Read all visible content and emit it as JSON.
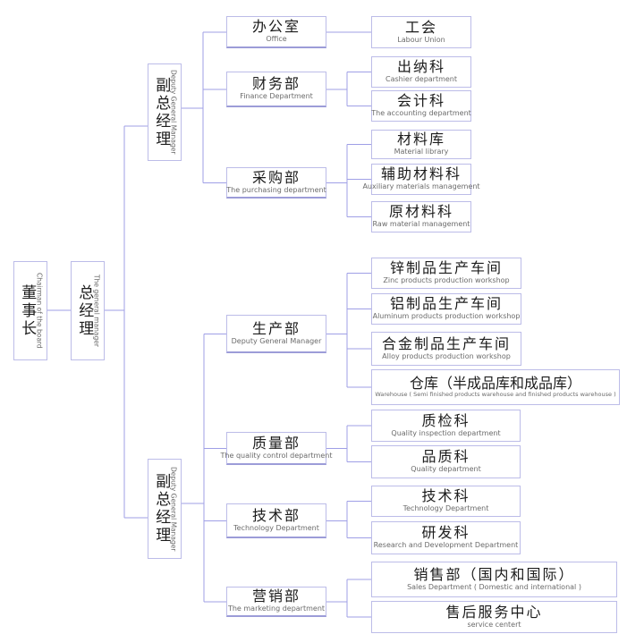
{
  "colors": {
    "background": "#ffffff",
    "box_border": "#bcbce8",
    "box_border_bottom": "#9c9cd8",
    "connector_line": "#9f9fe6",
    "title_text": "#1c1c1c",
    "subtitle_text": "#6b6b6b"
  },
  "nodes": {
    "chairman": {
      "zh": "董事长",
      "en": "Chairman of the board"
    },
    "general_manager": {
      "zh": "总经理",
      "en": "The general manager"
    },
    "deputy_gm_1": {
      "zh": "副总经理",
      "en": "Deputy General Manager"
    },
    "deputy_gm_2": {
      "zh": "副总经理",
      "en": "Deputy General Manager"
    },
    "office": {
      "zh": "办公室",
      "en": "Office"
    },
    "labour_union": {
      "zh": "工会",
      "en": "Labour Union"
    },
    "finance": {
      "zh": "财务部",
      "en": "Finance Department"
    },
    "cashier": {
      "zh": "出纳科",
      "en": "Cashier department"
    },
    "accounting": {
      "zh": "会计科",
      "en": "The accounting department"
    },
    "purchasing": {
      "zh": "采购部",
      "en": "The purchasing department"
    },
    "material_library": {
      "zh": "材料库",
      "en": "Material library"
    },
    "auxiliary_materials": {
      "zh": "辅助材料科",
      "en": "Auxiliary materials management"
    },
    "raw_materials": {
      "zh": "原材料科",
      "en": "Raw material management"
    },
    "production": {
      "zh": "生产部",
      "en": "Deputy General Manager"
    },
    "zinc_workshop": {
      "zh": "锌制品生产车间",
      "en": "Zinc products production workshop"
    },
    "aluminum_workshop": {
      "zh": "铝制品生产车间",
      "en": "Aluminum products production workshop"
    },
    "alloy_workshop": {
      "zh": "合金制品生产车间",
      "en": "Alloy products production workshop"
    },
    "warehouse": {
      "zh": "仓库（半成品库和成品库）",
      "en": "Warehouse ( Semi finished products warehouse and finished products warehouse )"
    },
    "quality_control": {
      "zh": "质量部",
      "en": "The quality control department"
    },
    "quality_inspection": {
      "zh": "质检科",
      "en": "Quality inspection department"
    },
    "quality_section": {
      "zh": "品质科",
      "en": "Quality department"
    },
    "technology": {
      "zh": "技术部",
      "en": "Technology Department"
    },
    "technology_section": {
      "zh": "技术科",
      "en": "Technology Department"
    },
    "rd_section": {
      "zh": "研发科",
      "en": "Research and Development Department"
    },
    "marketing": {
      "zh": "营销部",
      "en": "The marketing department"
    },
    "sales": {
      "zh": "销售部（国内和国际）",
      "en": "Sales Department ( Domestic and international )"
    },
    "after_sales": {
      "zh": "售后服务中心",
      "en": "service centert"
    }
  },
  "hierarchy": {
    "chairman": [
      "general_manager"
    ],
    "general_manager": [
      "deputy_gm_1",
      "deputy_gm_2"
    ],
    "deputy_gm_1": [
      "office",
      "finance",
      "purchasing"
    ],
    "office": [
      "labour_union"
    ],
    "finance": [
      "cashier",
      "accounting"
    ],
    "purchasing": [
      "material_library",
      "auxiliary_materials",
      "raw_materials"
    ],
    "deputy_gm_2": [
      "production",
      "quality_control",
      "technology",
      "marketing"
    ],
    "production": [
      "zinc_workshop",
      "aluminum_workshop",
      "alloy_workshop",
      "warehouse"
    ],
    "quality_control": [
      "quality_inspection",
      "quality_section"
    ],
    "technology": [
      "technology_section",
      "rd_section"
    ],
    "marketing": [
      "sales",
      "after_sales"
    ]
  }
}
